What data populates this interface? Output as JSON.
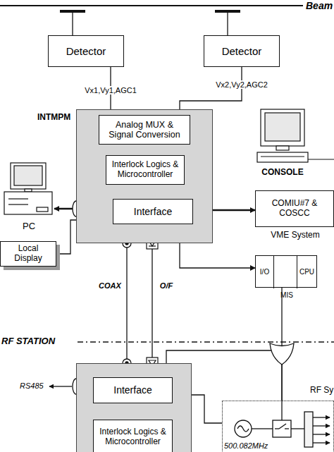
{
  "diagram": {
    "nodes": [
      {
        "text": [
          "Detector"
        ]
      },
      {
        "text": [
          "Detector"
        ]
      },
      {
        "text": [
          "INTMPM"
        ]
      },
      {
        "text": [
          "Analog MUX & Signal Conversion"
        ],
        "in": 2
      },
      {
        "text": [
          "Interlock Logics & Microcontroller"
        ],
        "in": 2
      },
      {
        "text": [
          "Interface"
        ],
        "in": 2
      },
      {
        "text": [
          "PC"
        ]
      },
      {
        "text": [
          "Local Display"
        ]
      },
      {
        "text": [
          "CONSOLE"
        ]
      },
      {
        "text": [
          "COMIU#7 & COSCC",
          "VME System"
        ]
      },
      {
        "text": [
          "I/O",
          "CPU",
          "MIS"
        ]
      },
      {
        "text": []
      },
      {
        "text": [
          "Interface"
        ],
        "in": 11
      },
      {
        "text": [
          "Interlock Logics & Microcontroller"
        ],
        "in": 11
      },
      {
        "text": [
          "RF Sy"
        ]
      }
    ],
    "edges": [
      {
        "from": 0,
        "to": 3,
        "label": "Vx1,Vy1,AGC1",
        "arrow": "none"
      },
      {
        "from": 1,
        "to": 3,
        "label": "Vx2,Vy2,AGC2",
        "arrow": "none"
      },
      {
        "from": 3,
        "to": 4,
        "arrow": "both"
      },
      {
        "from": 4,
        "to": 5,
        "arrow": "both"
      },
      {
        "from": 6,
        "to": 5,
        "arrow": "both"
      },
      {
        "from": 5,
        "to": 7,
        "arrow": "none"
      },
      {
        "from": 5,
        "to": 9,
        "arrow": "both"
      },
      {
        "from": 5,
        "to": 10,
        "arrow": "to"
      },
      {
        "from": 5,
        "to": 12,
        "label": "COAX",
        "arrow": "both"
      },
      {
        "from": 5,
        "to": 12,
        "label": "O/F",
        "arrow": "to"
      },
      {
        "from": 10,
        "to": 14,
        "arrow": "none"
      },
      {
        "from": 14,
        "to": 12,
        "arrow": "to"
      },
      {
        "from": 12,
        "to": 14,
        "arrow": "none"
      },
      {
        "from": 12,
        "to": 13,
        "arrow": "both"
      }
    ],
    "labels": [
      "Beam",
      "RF STATION",
      "RS485",
      "500.082MHz"
    ]
  }
}
